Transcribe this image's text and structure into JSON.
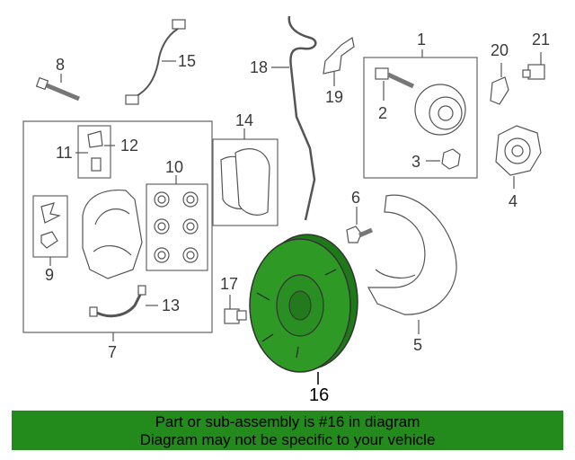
{
  "callouts": {
    "c1": "1",
    "c2": "2",
    "c3": "3",
    "c4": "4",
    "c5": "5",
    "c6": "6",
    "c7": "7",
    "c8": "8",
    "c9": "9",
    "c10": "10",
    "c11": "11",
    "c12": "12",
    "c13": "13",
    "c14": "14",
    "c15": "15",
    "c16": "16",
    "c17": "17",
    "c18": "18",
    "c19": "19",
    "c20": "20",
    "c21": "21"
  },
  "highlight": {
    "part": "16",
    "color": "#238a1c"
  },
  "banner": {
    "line1": "Part or sub-assembly is #16 in diagram",
    "line2": "Diagram may not be specific to your vehicle",
    "color": "#238a1c"
  }
}
